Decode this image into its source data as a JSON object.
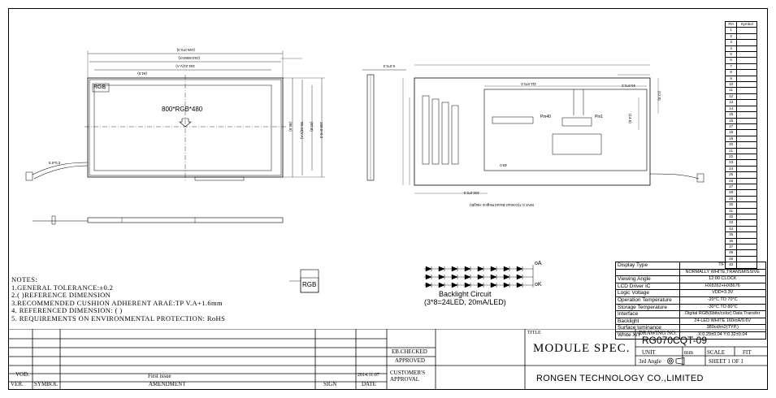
{
  "drawing": {
    "panel_label": "800*RGB*480",
    "rgb_label": "RGB",
    "rgb_label_small": "RGB",
    "pin40_label": "Pin40",
    "pin1_label": "Pin1",
    "pin_table": {
      "headers": [
        "Pin",
        "Symbol"
      ],
      "pins": [
        "1",
        "2",
        "3",
        "4",
        "5",
        "6",
        "7",
        "8",
        "9",
        "10",
        "11",
        "12",
        "13",
        "14",
        "15",
        "16",
        "17",
        "18",
        "19",
        "20",
        "21",
        "22",
        "23",
        "24",
        "25",
        "26",
        "27",
        "28",
        "29",
        "30",
        "31",
        "32",
        "33",
        "34",
        "35",
        "36",
        "37",
        "38",
        "39",
        "40"
      ]
    },
    "backlight_caption_1": "Backlight Circuit",
    "backlight_caption_2": "(3*8=24LED, 20mA/LED)",
    "anode_label": "oA",
    "cathode_label": "oK",
    "max_note": "MAX 0.7(Contact Board Region Height)"
  },
  "notes": {
    "heading": "NOTES:",
    "lines": [
      "1.GENERAL TOLERANCE:±0.2",
      "2.(  )REFERENCE DIMENSION",
      "3.RECOMMENDED CUSHION ADHERENT ARAE:TP V.A+1.6mm",
      "4. REFERENCED DIMENSION: (  )",
      "5. REQUIREMENTS ON ENVIRONMENTAL PROTECTION: RoHS"
    ]
  },
  "spec_table": {
    "rows": [
      {
        "label": "Display Type",
        "value": "TFT"
      },
      {
        "label": "",
        "value": "NORMALLY WHITE,TRANSMISSIVE"
      },
      {
        "label": "Viewing Angle",
        "value": "12:00 CLOCK"
      },
      {
        "label": "LCD Driver IC",
        "value": "HX8262+HX8676"
      },
      {
        "label": "Logic Voltage",
        "value": "VDD=3.3V"
      },
      {
        "label": "Operation Temperature",
        "value": "-20°C TO 70°C"
      },
      {
        "label": "Storage Temperature",
        "value": "-30°C TO 80°C"
      },
      {
        "label": "Interface",
        "value": "Digital RGB(6bits/color) Data Transfer"
      },
      {
        "label": "Backlight",
        "value": "24-LED WHITE 160mA/9.6V"
      },
      {
        "label": "Surface luminance",
        "value": "380cd/m2(TYP.)"
      },
      {
        "label": "White X/Y",
        "value": "X:0.29±0.04  Y:0.32±0.04"
      }
    ]
  },
  "title_block": {
    "title_label": "TITLE",
    "title": "MODULE  SPEC.",
    "drawing_no_label": "DRAWING NO.",
    "drawing_no": "RG070CQT-09",
    "unit_label": "UNIT",
    "unit": "mm",
    "scale_label": "SCALE",
    "scale": "FIT",
    "angle": "3rd Angle",
    "sheet": "SHEET 1 OF 1",
    "company": "RONGEN TECHNOLOGY CO.,LIMITED",
    "checked": "EB.CHECKED",
    "approved": "APPROVED",
    "customer_approval": "CUSTOMER'S APPROVAL",
    "vod": "VOD.",
    "ver_label": "VER.",
    "symbol_label": "SYMBOL",
    "first_issue": "First issue",
    "amendment": "AMENDMENT",
    "sign": "SIGN",
    "date": "2014.11.07",
    "date_label": "DATE"
  }
}
